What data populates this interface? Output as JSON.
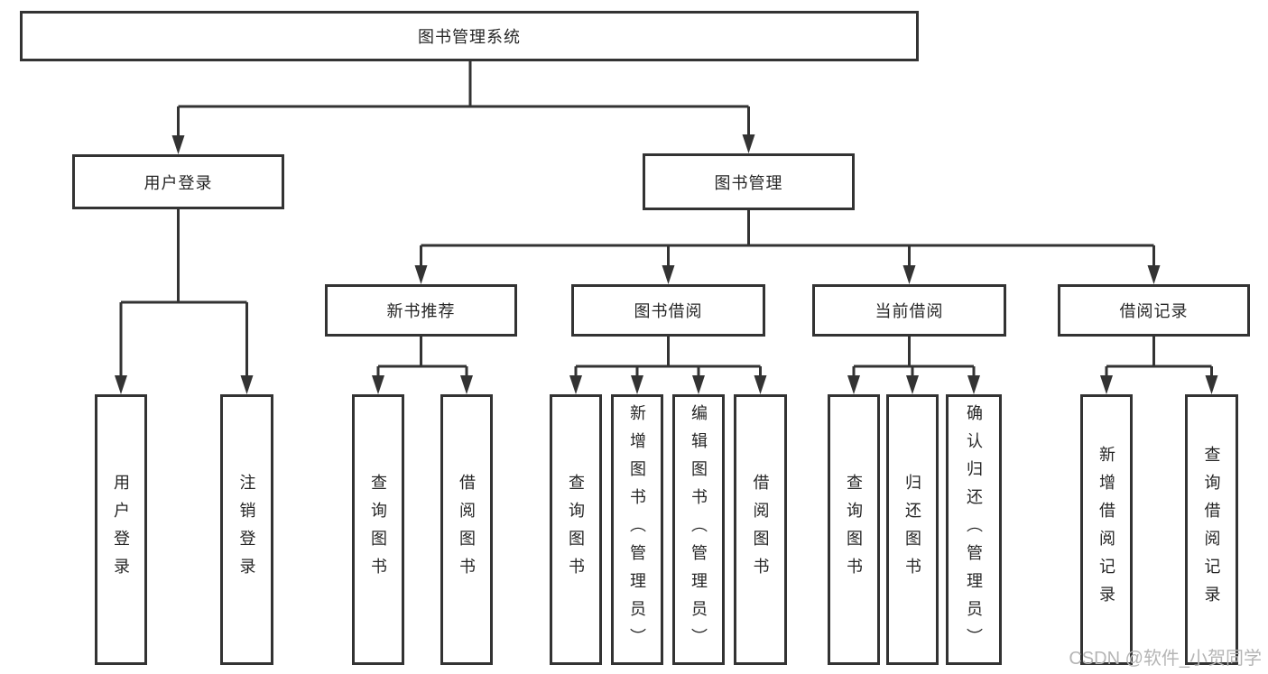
{
  "tree": {
    "label": "图书管理系统",
    "children": [
      {
        "label": "用户登录",
        "children": [
          {
            "label": "用户登录"
          },
          {
            "label": "注销登录"
          }
        ]
      },
      {
        "label": "图书管理",
        "children": [
          {
            "label": "新书推荐",
            "children": [
              {
                "label": "查询图书"
              },
              {
                "label": "借阅图书"
              }
            ]
          },
          {
            "label": "图书借阅",
            "children": [
              {
                "label": "查询图书"
              },
              {
                "label": "新增图书（管理员）"
              },
              {
                "label": "编辑图书（管理员）"
              },
              {
                "label": "借阅图书"
              }
            ]
          },
          {
            "label": "当前借阅",
            "children": [
              {
                "label": "查询图书"
              },
              {
                "label": "归还图书"
              },
              {
                "label": "确认归还（管理员）"
              }
            ]
          },
          {
            "label": "借阅记录",
            "children": [
              {
                "label": "新增借阅记录"
              },
              {
                "label": "查询借阅记录"
              }
            ]
          }
        ]
      }
    ]
  },
  "watermark": {
    "text": "CSDN @软件_小贺同学"
  },
  "colors": {
    "line": "#333333",
    "text": "#262626",
    "watermark": "#b5b5b5",
    "background": "#ffffff"
  }
}
